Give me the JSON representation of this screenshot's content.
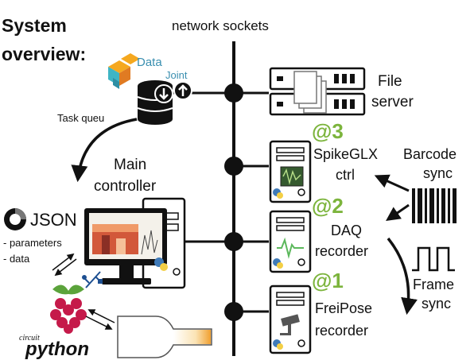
{
  "title_line1": "System",
  "title_line2": "overview:",
  "network_label": "network sockets",
  "datajoint": {
    "word1": "Data",
    "word2": "Joint"
  },
  "task_queue": "Task queu",
  "file_server": {
    "line1": "File",
    "line2": "server"
  },
  "spikeglx": {
    "tag": "@3",
    "line1": "SpikeGLX",
    "line2": "ctrl"
  },
  "daq": {
    "tag": "@2",
    "line1": "DAQ",
    "line2": "recorder"
  },
  "freipose": {
    "tag": "@1",
    "line1": "FreiPose",
    "line2": "recorder"
  },
  "barcode": {
    "line1": "Barcode",
    "line2": "sync"
  },
  "frame": {
    "line1": "Frame",
    "line2": "sync"
  },
  "main_controller": {
    "line1": "Main",
    "line2": "controller"
  },
  "json": {
    "label": "JSON",
    "item1": "- parameters",
    "item2": "- data"
  },
  "circuit": "circuit",
  "python": "python",
  "colors": {
    "accent_green": "#7cb43c",
    "python_blue": "#3f7ab8",
    "python_yellow": "#f3cf45",
    "raspberry_red": "#c51a4a",
    "datajoint_orange": "#f5a81f",
    "datajoint_teal": "#3fb5c4"
  }
}
